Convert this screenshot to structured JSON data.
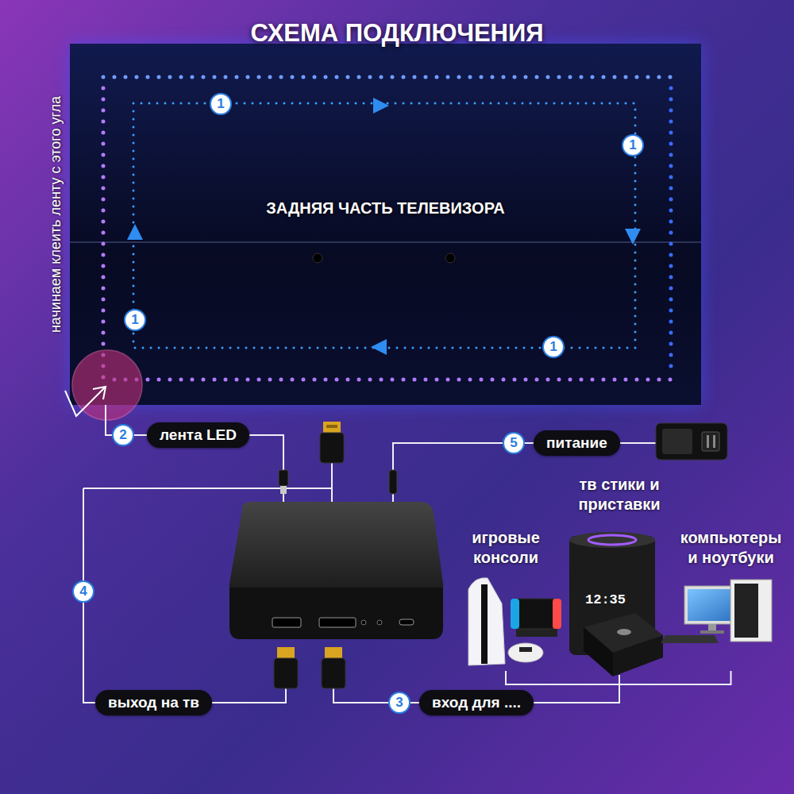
{
  "diagram": {
    "title": "СХЕМА ПОДКЛЮЧЕНИЯ",
    "nodes": [
      {
        "text": [
          "ЗАДНЯЯ ЧАСТЬ ТЕЛЕВИЗОРА"
        ]
      },
      {
        "text": [
          "лента LED"
        ]
      },
      {
        "text": [
          "питание"
        ]
      },
      {
        "text": [
          "тв стики и приставки"
        ]
      },
      {
        "text": [
          "игровые консоли"
        ]
      },
      {
        "text": [
          "компьютеры и ноутбуки"
        ]
      },
      {
        "text": [
          "выход на тв"
        ]
      },
      {
        "text": [
          "вход для ...."
        ]
      }
    ],
    "edges": [
      {
        "from": 0,
        "to": 1,
        "arrow": "none"
      },
      {
        "from": 3,
        "to": 7,
        "arrow": "none"
      },
      {
        "from": 4,
        "to": 7,
        "arrow": "none"
      },
      {
        "from": 5,
        "to": 7,
        "arrow": "none"
      }
    ],
    "labels": [
      "начинаем клеить ленту с этого угла",
      "1",
      "1",
      "1",
      "1",
      "2",
      "5",
      "4",
      "3",
      "12:35"
    ]
  }
}
